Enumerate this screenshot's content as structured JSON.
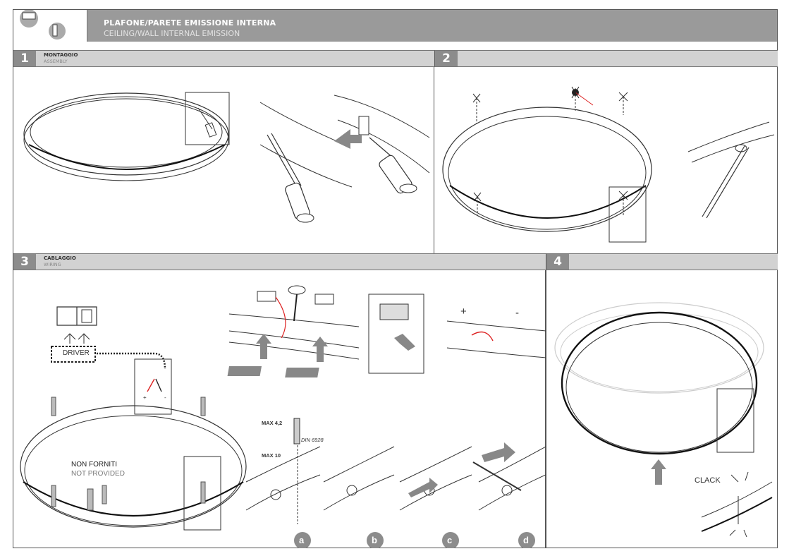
{
  "header": {
    "title": "PLAFONE/PARETE EMISSIONE INTERNA",
    "subtitle": "CEILING/WALL INTERNAL EMISSION"
  },
  "sections": [
    {
      "number": "1",
      "title": "MONTAGGIO",
      "subtitle": "ASSEMBLY"
    },
    {
      "number": "2",
      "title": "",
      "subtitle": ""
    },
    {
      "number": "3",
      "title": "CABLAGGIO",
      "subtitle": "WIRING"
    },
    {
      "number": "4",
      "title": "",
      "subtitle": ""
    }
  ],
  "wiring": {
    "manual_icon": "book-info-icon",
    "driver_label": "DRIVER",
    "polarity_plus": "+",
    "polarity_minus": "-",
    "not_provided_it": "NON FORNITI",
    "not_provided_en": "NOT PROVIDED",
    "screw_max_head": "MAX 4,2",
    "screw_max_len": "MAX 10",
    "screw_standard": "DIN 6928",
    "steps": [
      "a",
      "b",
      "c",
      "d"
    ]
  },
  "final": {
    "click_label": "CLACK"
  },
  "colors": {
    "header_bg": "#9a9a9a",
    "number_bg": "#8c8c8c",
    "section_bg": "#d2d2d2",
    "arrow_gray": "#8a8a8a",
    "wire_red": "#d22"
  }
}
